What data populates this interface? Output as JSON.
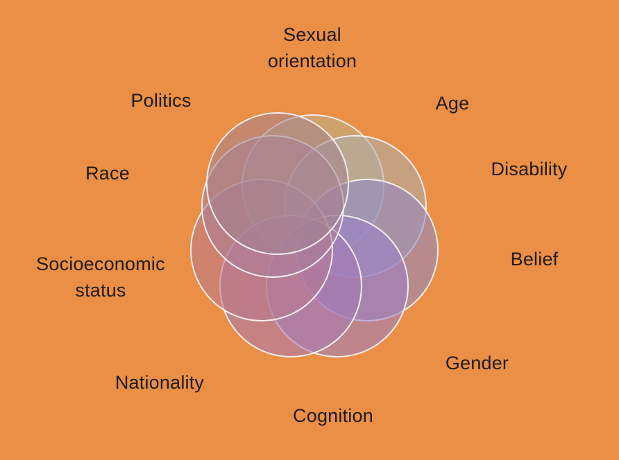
{
  "slide": {
    "background": "#EA8F45",
    "labels": {
      "sexual_orientation": [
        "Sexual",
        "orientation"
      ],
      "age": "Age",
      "disability": "Disability",
      "belief": "Belief",
      "gender": "Gender",
      "cognition": "Cognition",
      "nationality": "Nationality",
      "socioeconomic_status": [
        "Socioeconomic",
        "status"
      ],
      "race": "Race",
      "politics": "Politics"
    },
    "circle_colors": [
      "#B8B08A",
      "#A9AEAE",
      "#8C86C9",
      "#9A7DC8",
      "#A779B4",
      "#B8788E",
      "#AC7D9A",
      "#A2838F"
    ]
  }
}
